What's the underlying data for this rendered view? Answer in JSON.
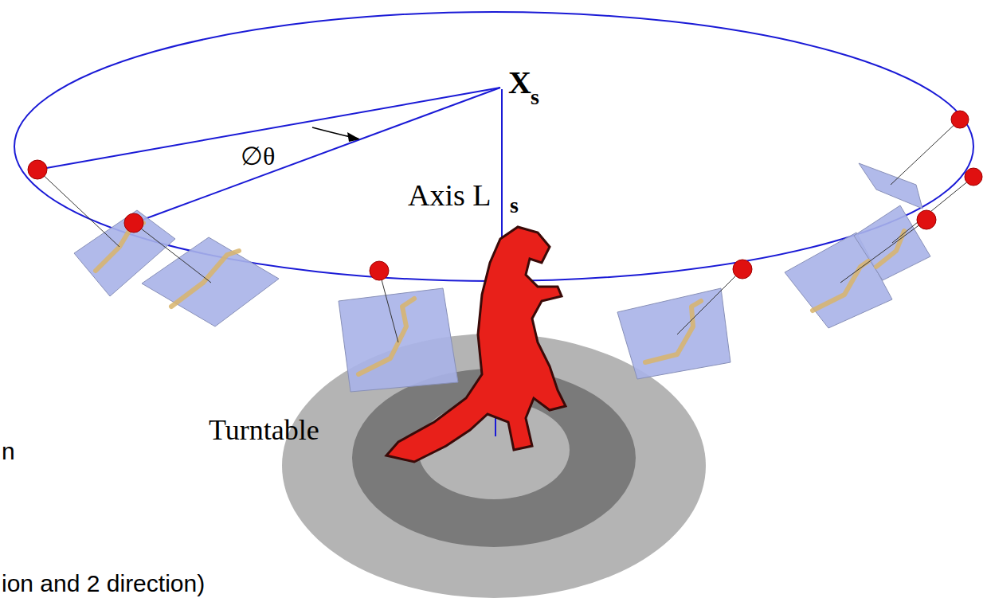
{
  "diagram": {
    "labels": [
      "X",
      "s",
      "∅θ",
      "Axis L",
      "s",
      "Turntable",
      "n",
      "ion and 2 direction)"
    ]
  }
}
